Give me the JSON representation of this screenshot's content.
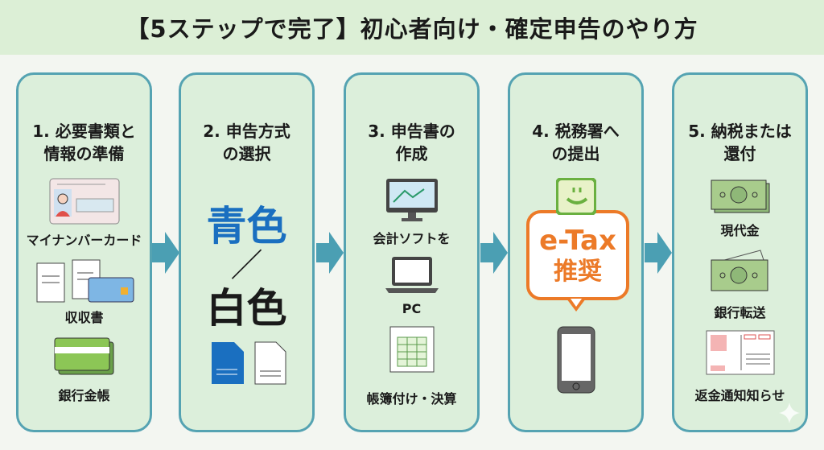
{
  "title": "【5ステップで完了】初心者向け・確定申告のやり方",
  "colors": {
    "card_bg": "#dcefdb",
    "border": "#55a3b2",
    "arrow": "#4b9fb3",
    "blue": "#1a6fc0",
    "orange": "#ec7a28"
  },
  "steps": [
    {
      "line1": "1. 必要書類と",
      "line2": "情報の準備",
      "items": [
        "マイナンバーカード",
        "収収書",
        "銀行金帳"
      ]
    },
    {
      "line1": "2. 申告方式",
      "line2": "の選択",
      "blue": "青色",
      "slash": "／",
      "white": "白色"
    },
    {
      "line1": "3. 申告書の",
      "line2": "作成",
      "items": [
        "会計ソフトを",
        "PC",
        "帳簿付け・決算"
      ]
    },
    {
      "line1": "4. 税務署へ",
      "line2": "の提出",
      "etax": "e-Tax",
      "recommend": "推奨"
    },
    {
      "line1": "5. 納税または",
      "line2": "還付",
      "items": [
        "現代金",
        "銀行転送",
        "返金通知知らせ"
      ]
    }
  ]
}
